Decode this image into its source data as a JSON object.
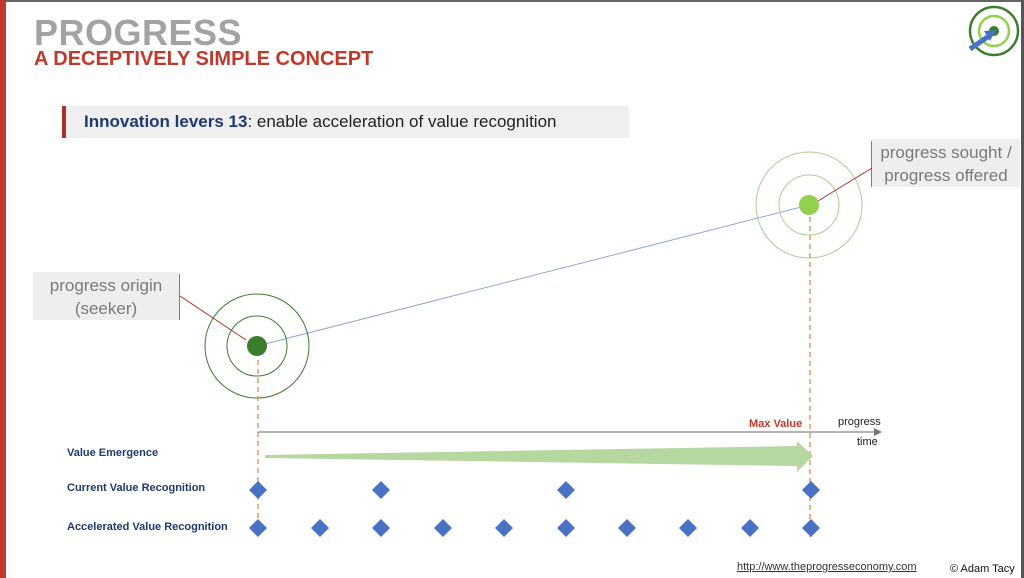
{
  "header": {
    "title": "PROGRESS",
    "subtitle": "A DECEPTIVELY SIMPLE CONCEPT"
  },
  "banner": {
    "bold": "Innovation levers 13",
    "rest": ": enable acceleration of value recognition"
  },
  "callouts": {
    "origin": [
      "progress origin",
      "(seeker)"
    ],
    "sought": [
      "progress sought /",
      "progress offered"
    ]
  },
  "axis": {
    "max_value": "Max  Value",
    "progress": "progress",
    "time": "time"
  },
  "rows": {
    "value_emergence": "Value Emergence",
    "current": "Current Value Recognition",
    "accelerated": "Accelerated Value Recognition"
  },
  "footer": {
    "link": "http://www.theprogresseconomy.com",
    "copyright": "© Adam Tacy"
  },
  "colors": {
    "accent_red": "#c0392b",
    "navy": "#1f3a6e",
    "diamond_blue": "#4a72c4",
    "green_dark": "#3a7d2c",
    "green_light": "#92d050",
    "arrow_green": "#b6d7a0"
  }
}
